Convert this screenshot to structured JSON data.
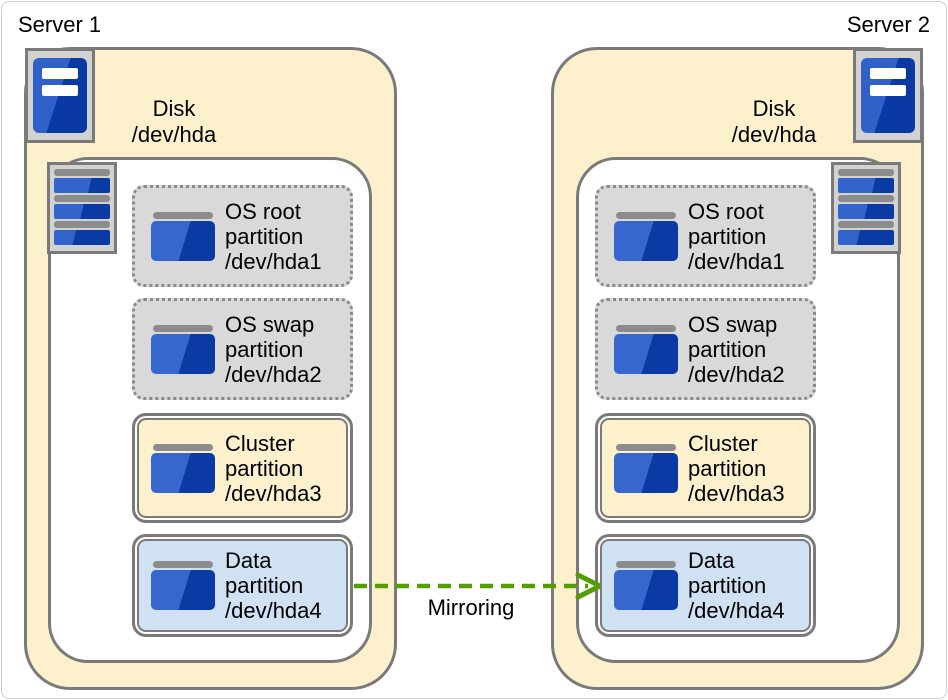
{
  "page": {
    "background": "#ffffff",
    "border_color": "#ccd1d6"
  },
  "colors": {
    "disk_fill": "#fdf1cd",
    "partition_os_fill": "#d9d9d9",
    "partition_cluster_fill": "#fdf1cd",
    "partition_data_fill": "#cfe1f3",
    "outline_gray": "#7a7a7a",
    "icon_blue_light": "#2f61c9",
    "icon_blue_dark": "#0b39a3",
    "arrow_green": "#569c05"
  },
  "servers": [
    {
      "label": "Server 1",
      "disk": {
        "title": "Disk",
        "device": "/dev/hda"
      },
      "partitions": [
        {
          "style": "os",
          "lines": [
            "OS root",
            "partition",
            "/dev/hda1"
          ]
        },
        {
          "style": "os",
          "lines": [
            "OS swap",
            "partition",
            "/dev/hda2"
          ]
        },
        {
          "style": "cluster",
          "lines": [
            "Cluster",
            "partition",
            "/dev/hda3"
          ]
        },
        {
          "style": "data",
          "lines": [
            "Data",
            "partition",
            "/dev/hda4"
          ]
        }
      ]
    },
    {
      "label": "Server 2",
      "disk": {
        "title": "Disk",
        "device": "/dev/hda"
      },
      "partitions": [
        {
          "style": "os",
          "lines": [
            "OS root",
            "partition",
            "/dev/hda1"
          ]
        },
        {
          "style": "os",
          "lines": [
            "OS swap",
            "partition",
            "/dev/hda2"
          ]
        },
        {
          "style": "cluster",
          "lines": [
            "Cluster",
            "partition",
            "/dev/hda3"
          ]
        },
        {
          "style": "data",
          "lines": [
            "Data",
            "partition",
            "/dev/hda4"
          ]
        }
      ]
    }
  ],
  "arrow": {
    "label": "Mirroring"
  }
}
